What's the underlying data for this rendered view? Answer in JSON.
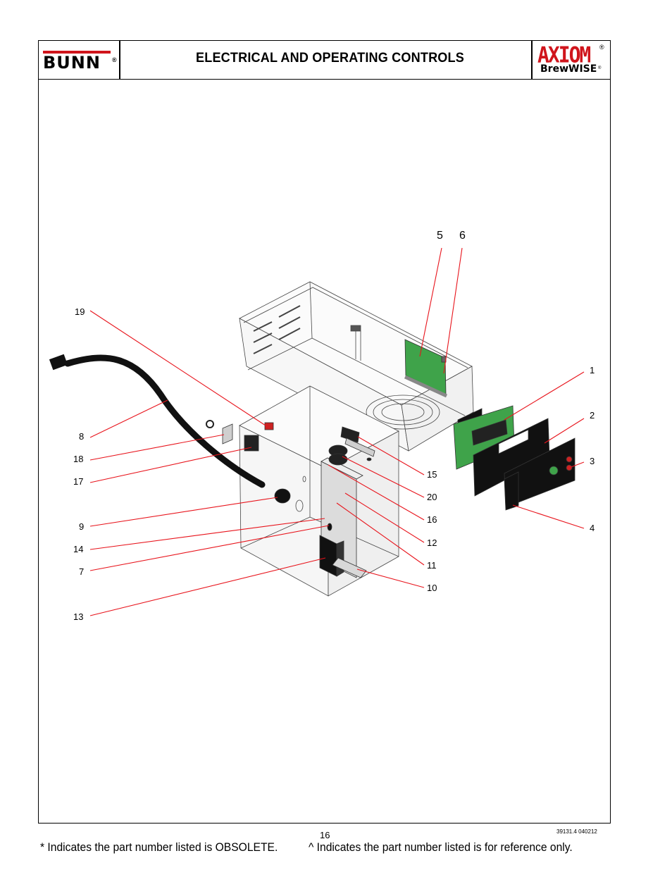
{
  "header": {
    "brand_left": "BUNN",
    "brand_left_reg": "®",
    "title": "ELECTRICAL AND OPERATING CONTROLS",
    "brand_right_main": "AXIOM",
    "brand_right_reg": "®",
    "brand_right_sub": "BrewWISE",
    "brand_right_sub_reg": "®"
  },
  "colors": {
    "brand_red": "#d0151c",
    "leader_line": "#e8141c",
    "board_green": "#3fa34a"
  },
  "callouts": [
    {
      "id": "c5",
      "label": "5"
    },
    {
      "id": "c6",
      "label": "6"
    },
    {
      "id": "c19",
      "label": "19"
    },
    {
      "id": "c1",
      "label": "1"
    },
    {
      "id": "c8",
      "label": "8"
    },
    {
      "id": "c2",
      "label": "2"
    },
    {
      "id": "c18",
      "label": "18"
    },
    {
      "id": "c3",
      "label": "3"
    },
    {
      "id": "c15",
      "label": "15"
    },
    {
      "id": "c17",
      "label": "17"
    },
    {
      "id": "c20",
      "label": "20"
    },
    {
      "id": "c16",
      "label": "16"
    },
    {
      "id": "c9",
      "label": "9"
    },
    {
      "id": "c4",
      "label": "4"
    },
    {
      "id": "c14",
      "label": "14"
    },
    {
      "id": "c12",
      "label": "12"
    },
    {
      "id": "c7",
      "label": "7"
    },
    {
      "id": "c11",
      "label": "11"
    },
    {
      "id": "c10",
      "label": "10"
    },
    {
      "id": "c13",
      "label": "13"
    }
  ],
  "footer": {
    "page_number": "16",
    "doc_code": "39131.4 040212",
    "note_obsolete": "* Indicates the part number listed is OBSOLETE.",
    "note_reference": "^ Indicates the part number listed is for reference only."
  }
}
